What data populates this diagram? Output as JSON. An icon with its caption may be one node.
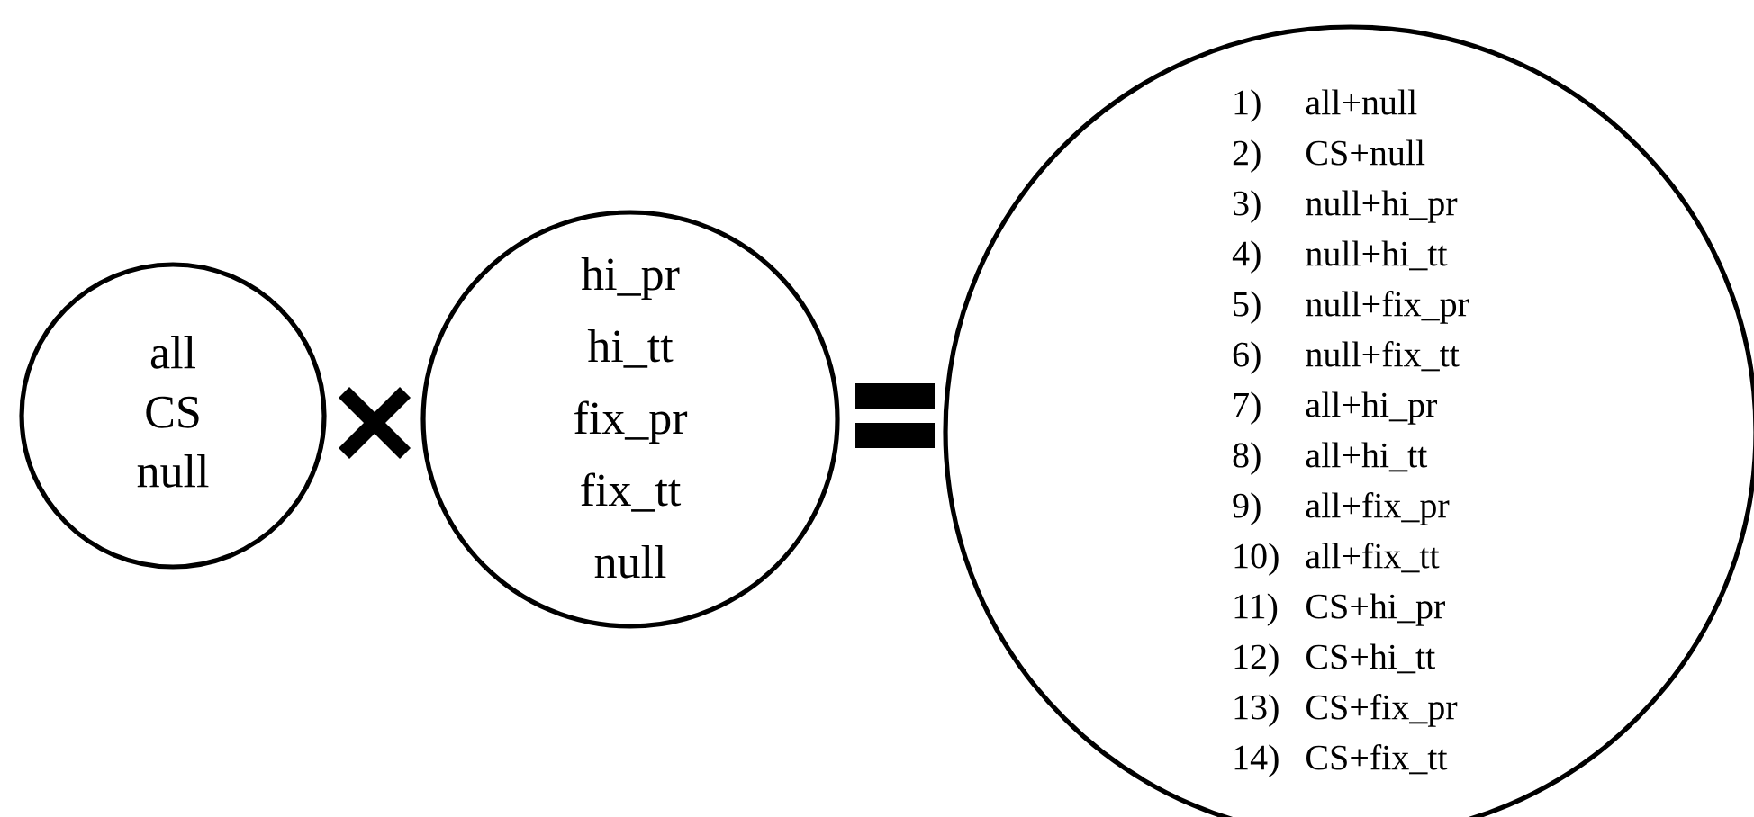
{
  "diagram": {
    "nodes": [
      {
        "text": [
          "all",
          "CS",
          "null"
        ]
      },
      {
        "text": [
          "hi_pr",
          "hi_tt",
          "fix_pr",
          "fix_tt",
          "null"
        ]
      },
      {
        "text": [
          "1)",
          "all+null",
          "2)",
          "CS+null",
          "3)",
          "null+hi_pr",
          "4)",
          "null+hi_tt",
          "5)",
          "null+fix_pr",
          "6)",
          "null+fix_tt",
          "7)",
          "all+hi_pr",
          "8)",
          "all+hi_tt",
          "9)",
          "all+fix_pr",
          "10)",
          "all+fix_tt",
          "11)",
          "CS+hi_pr",
          "12)",
          "CS+hi_tt",
          "13)",
          "CS+fix_pr",
          "14)",
          "CS+fix_tt"
        ]
      }
    ]
  }
}
